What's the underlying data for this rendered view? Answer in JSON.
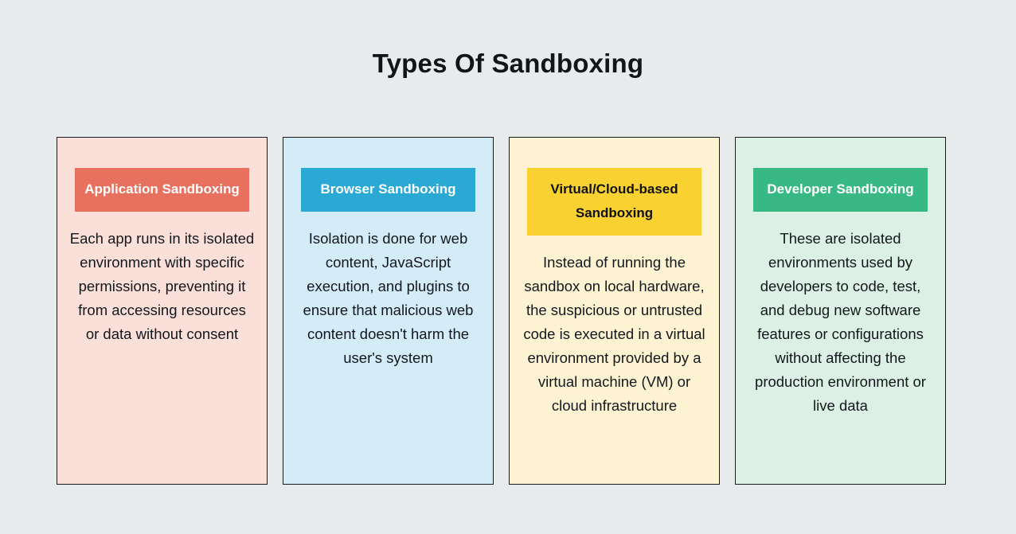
{
  "page": {
    "background_color": "#e8ebec",
    "title": "Types Of Sandboxing"
  },
  "cards": [
    {
      "id": "application-sandboxing",
      "header": "Application Sandboxing",
      "body": "Each app runs in its isolated environment with specific permissions, preventing it from accessing resources or data without consent",
      "card_background": "#fbdfd9",
      "header_background": "#e8705e",
      "header_text_color": "#ffffff"
    },
    {
      "id": "browser-sandboxing",
      "header": "Browser Sandboxing",
      "body": "Isolation is done for web content, JavaScript execution, and plugins to ensure that malicious web content doesn't harm the user's system",
      "card_background": "#d4ebf8",
      "header_background": "#2aa9d4",
      "header_text_color": "#ffffff"
    },
    {
      "id": "virtual-cloud-based-sandboxing",
      "header": "Virtual/Cloud-based Sandboxing",
      "body": "Instead of running the sandbox on local hardware, the suspicious or untrusted code is executed in a virtual environment provided by a virtual machine (VM) or cloud infrastructure",
      "card_background": "#fdf3d3",
      "header_background": "#f9d232",
      "header_text_color": "#111111"
    },
    {
      "id": "developer-sandboxing",
      "header": "Developer Sandboxing",
      "body": "These are isolated environments used by developers to code, test, and debug new software features or configurations without affecting the production environment or live data",
      "card_background": "#dcf0e5",
      "header_background": "#38b983",
      "header_text_color": "#ffffff"
    }
  ]
}
